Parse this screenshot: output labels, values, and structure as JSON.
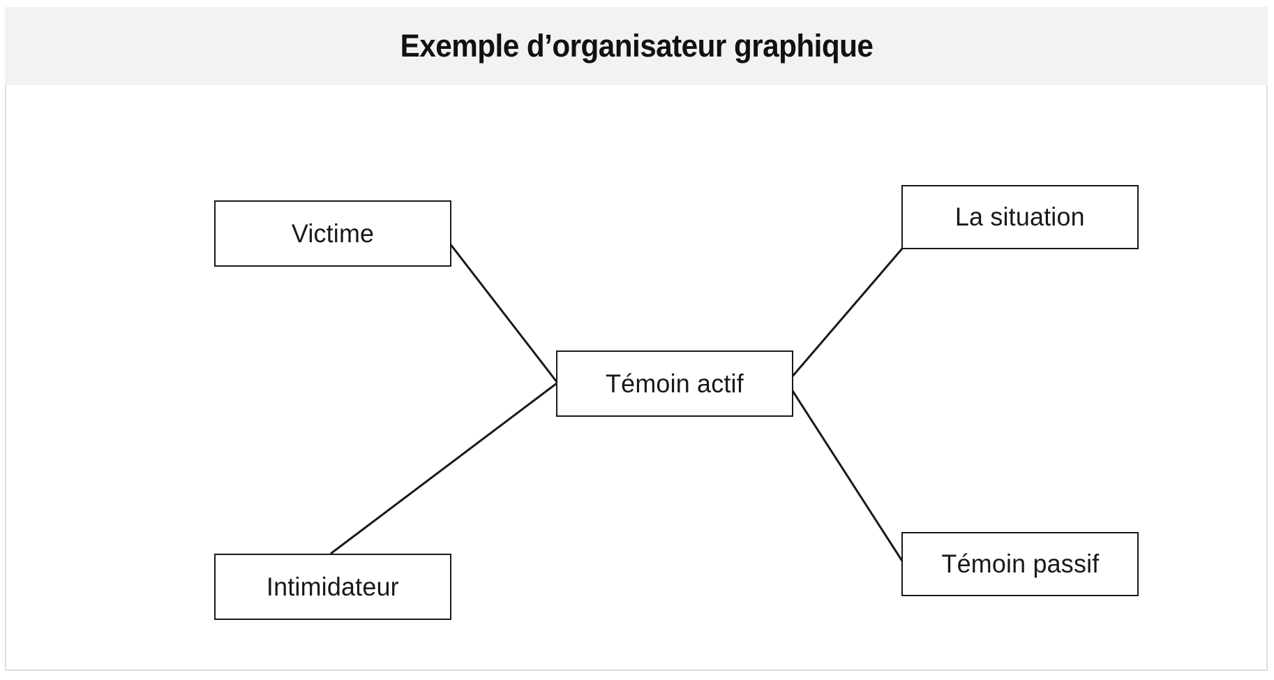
{
  "header": {
    "title": "Exemple d’organisateur graphique",
    "background_color": "#f2f2f2",
    "title_color": "#111111"
  },
  "canvas": {
    "background_color": "#ffffff",
    "border_color": "#dddddd"
  },
  "diagram": {
    "type": "concept-map",
    "node_border_color": "#17191a",
    "node_fill_color": "#ffffff",
    "connector_color": "#17191a",
    "center_node": "Témoin actif",
    "nodes": [
      {
        "id": "victime",
        "label": "Victime"
      },
      {
        "id": "temoin-actif",
        "label": "Témoin actif"
      },
      {
        "id": "la-situation",
        "label": "La situation"
      },
      {
        "id": "intimidateur",
        "label": "Intimidateur"
      },
      {
        "id": "temoin-passif",
        "label": "Témoin passif"
      }
    ],
    "connections": [
      {
        "from": "victime",
        "to": "temoin-actif"
      },
      {
        "from": "intimidateur",
        "to": "temoin-actif"
      },
      {
        "from": "temoin-actif",
        "to": "la-situation"
      },
      {
        "from": "temoin-actif",
        "to": "temoin-passif"
      }
    ]
  }
}
